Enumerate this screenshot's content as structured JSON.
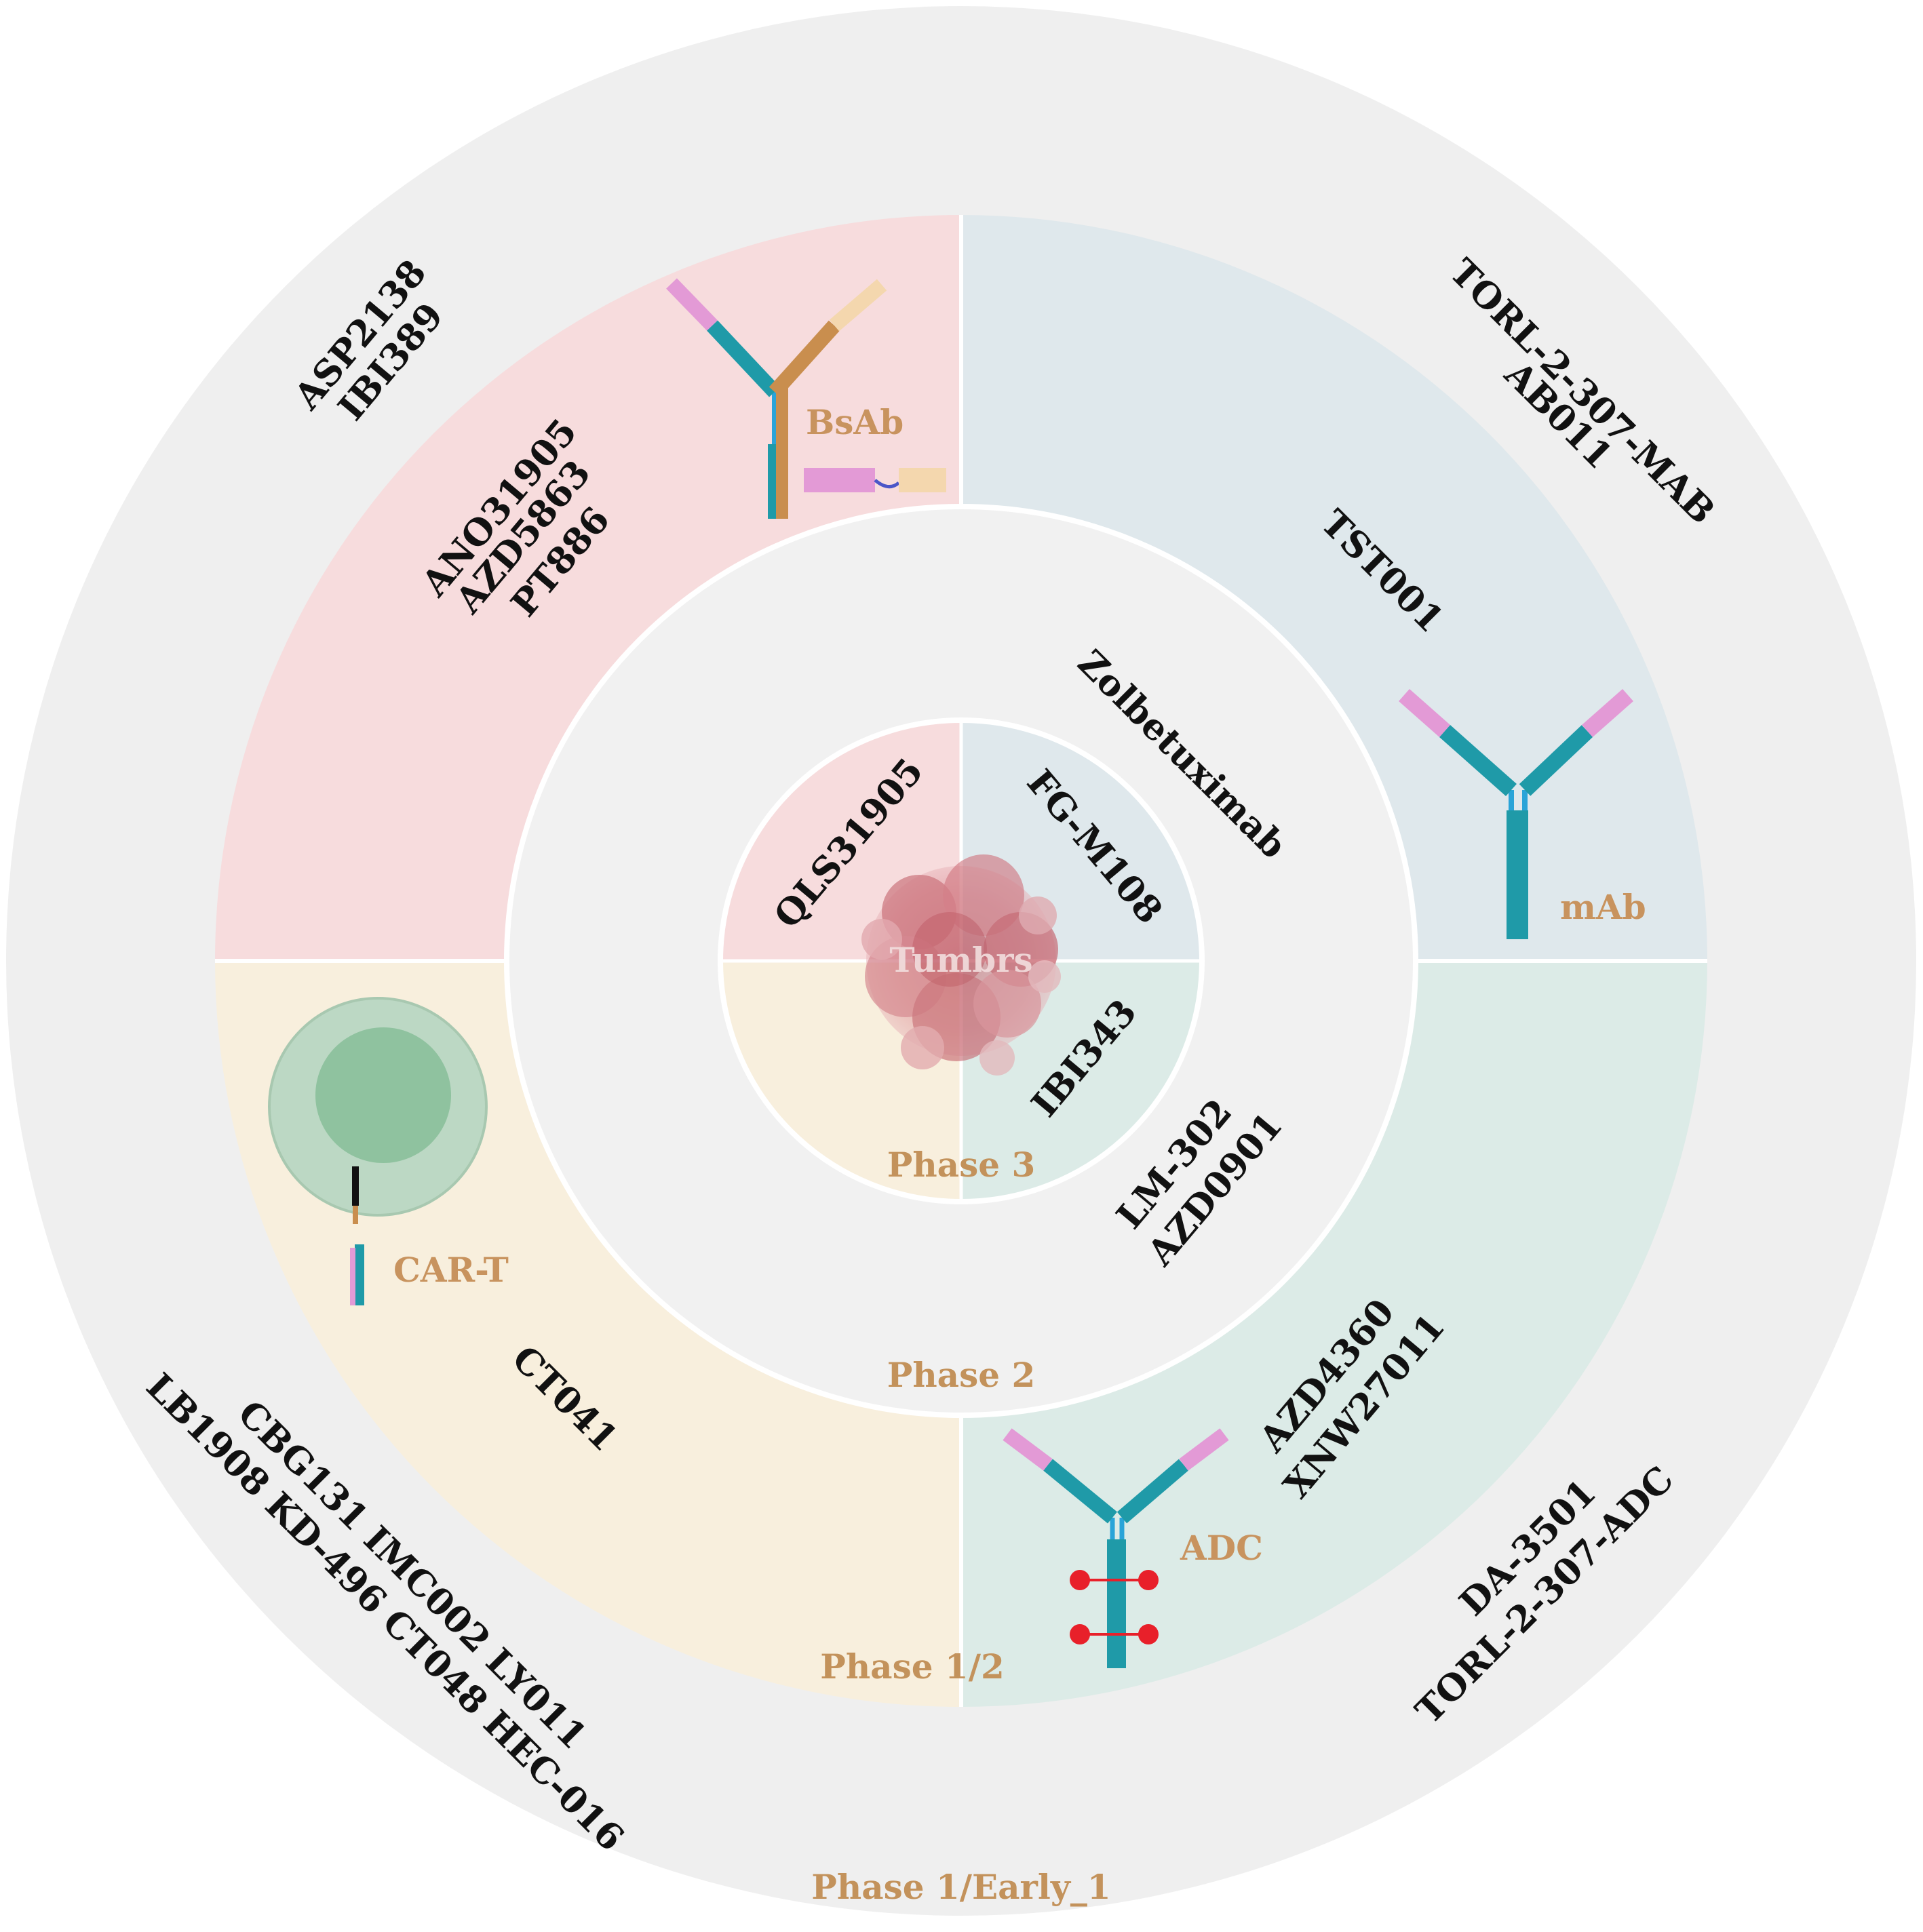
{
  "center": {
    "label": "Tumbrs"
  },
  "phases": {
    "p3": "Phase 3",
    "p2": "Phase 2",
    "p12": "Phase 1/2",
    "p1": "Phase 1/Early_1"
  },
  "classes": {
    "bsab": "BsAb",
    "mab": "mAb",
    "cart": "CAR-T",
    "adc": "ADC"
  },
  "drugs": {
    "phase3": {
      "bsab": "QLS31905",
      "mab": "FG-M108",
      "adc": "IBI343"
    },
    "phase2": {
      "mab": "Zolbetuximab",
      "adc_1": "LM-302",
      "adc_2": "AZD0901"
    },
    "phase12": {
      "bsab_1": "ANO31905",
      "bsab_2": "AZD5863",
      "bsab_3": "PT886",
      "mab": "TST001",
      "cart": "CT041",
      "adc_1": "AZD4360",
      "adc_2": "XNW27011"
    },
    "phase1": {
      "bsab_1": "ASP2138",
      "bsab_2": "IBI389",
      "mab_1": "TORL-2-307-MAB",
      "mab_2": "AB011",
      "cart_1": "CBG131  IMC002  LY011",
      "cart_2": "LB1908  KD-496  CT048  HEC-016",
      "adc_1": "DA-3501",
      "adc_2": "TORL-2-307-ADC"
    }
  },
  "colors": {
    "bsab_quadrant": "#f7dcdd",
    "mab_quadrant": "#dfe8ec",
    "cart_quadrant": "#f8efdd",
    "adc_quadrant": "#dcebe7",
    "outer_ring": "#efefef",
    "middle_ring": "#f1f1f1",
    "phase_label": "#c3925b",
    "antibody_teal": "#1f9aa8",
    "antibody_pink": "#e39ad6",
    "bsab_orange": "#c98e4e",
    "adc_payload": "#e8202a",
    "cart_cell": "#8fc29f"
  }
}
